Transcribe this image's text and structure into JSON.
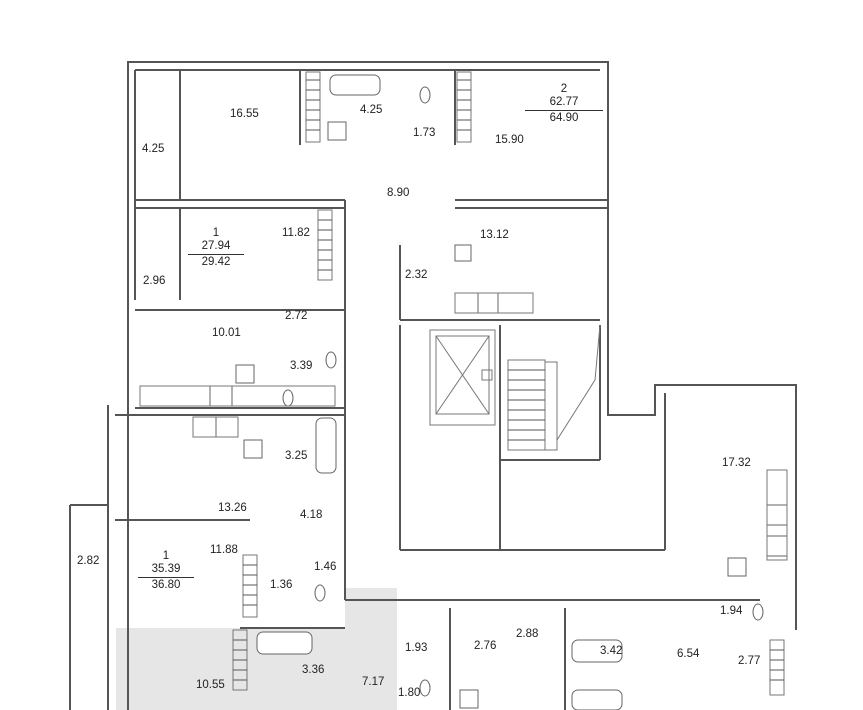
{
  "colors": {
    "highlight": "#e6e6e6",
    "wall": "#555555"
  },
  "units": [
    {
      "number": "2",
      "living_area": "62.77",
      "total_area": "64.90"
    },
    {
      "number": "1",
      "living_area": "27.94",
      "total_area": "29.42"
    },
    {
      "number": "1",
      "living_area": "35.39",
      "total_area": "36.80"
    }
  ],
  "rooms": [
    "4.25",
    "16.55",
    "4.25",
    "1.73",
    "15.90",
    "8.90",
    "11.82",
    "13.12",
    "2.96",
    "2.32",
    "2.72",
    "10.01",
    "3.39",
    "3.25",
    "17.32",
    "13.26",
    "4.18",
    "2.82",
    "11.88",
    "1.46",
    "1.36",
    "1.94",
    "1.93",
    "2.76",
    "2.88",
    "3.42",
    "6.54",
    "3.36",
    "10.55",
    "7.17",
    "1.80",
    "2.77"
  ],
  "icons": [
    "bathtub-icon",
    "toilet-icon",
    "sink-icon",
    "stove-icon",
    "elevator-icon",
    "stairs-icon"
  ]
}
